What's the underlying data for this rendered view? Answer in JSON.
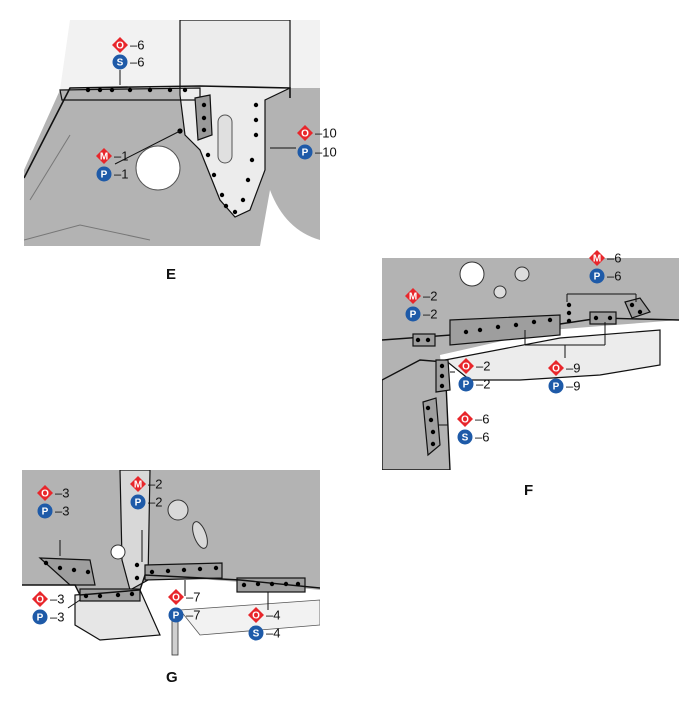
{
  "legend_symbols": {
    "O": {
      "shape": "diamond",
      "color": "#e8262b"
    },
    "M": {
      "shape": "diamond",
      "color": "#e8262b"
    },
    "P": {
      "shape": "circle",
      "color": "#1e5aa8"
    },
    "S": {
      "shape": "circle",
      "color": "#1e5aa8"
    }
  },
  "panels": {
    "E": {
      "caption": "E",
      "labels": [
        {
          "sym": "O",
          "text": "–6"
        },
        {
          "sym": "S",
          "text": "–6"
        },
        {
          "sym": "O",
          "text": "–10"
        },
        {
          "sym": "P",
          "text": "–10"
        },
        {
          "sym": "M",
          "text": "–1"
        },
        {
          "sym": "P",
          "text": "–1"
        }
      ]
    },
    "F": {
      "caption": "F",
      "labels": [
        {
          "sym": "M",
          "text": "–6"
        },
        {
          "sym": "P",
          "text": "–6"
        },
        {
          "sym": "M",
          "text": "–2"
        },
        {
          "sym": "P",
          "text": "–2"
        },
        {
          "sym": "O",
          "text": "–2"
        },
        {
          "sym": "P",
          "text": "–2"
        },
        {
          "sym": "O",
          "text": "–9"
        },
        {
          "sym": "P",
          "text": "–9"
        },
        {
          "sym": "O",
          "text": "–6"
        },
        {
          "sym": "S",
          "text": "–6"
        }
      ]
    },
    "G": {
      "caption": "G",
      "labels": [
        {
          "sym": "O",
          "text": "–3"
        },
        {
          "sym": "P",
          "text": "–3"
        },
        {
          "sym": "M",
          "text": "–2"
        },
        {
          "sym": "P",
          "text": "–2"
        },
        {
          "sym": "O",
          "text": "–3"
        },
        {
          "sym": "P",
          "text": "–3"
        },
        {
          "sym": "O",
          "text": "–7"
        },
        {
          "sym": "P",
          "text": "–7"
        },
        {
          "sym": "O",
          "text": "–4"
        },
        {
          "sym": "S",
          "text": "–4"
        }
      ]
    }
  },
  "colors": {
    "panel_fill": "#b3b3b3",
    "panel_light": "#e9e9e9",
    "outline": "#111111",
    "weld_dot": "#000000"
  }
}
